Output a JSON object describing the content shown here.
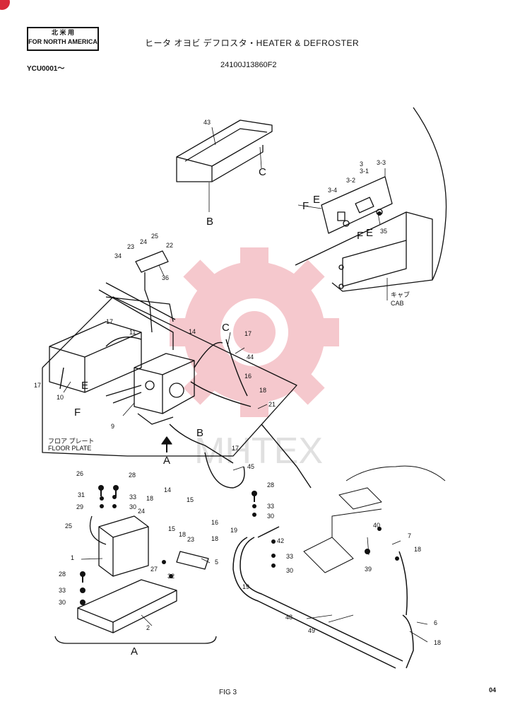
{
  "header": {
    "market_jp": "北 米 用",
    "market_en": "FOR NORTH AMERICA",
    "title": "ヒータ オヨビ デフロスタ・HEATER & DEFROSTER",
    "serial": "YCU0001～",
    "part_code": "24100J13860F2"
  },
  "callouts": {
    "n1": "1",
    "n2": "2",
    "n3": "3",
    "n3_1": "3-1",
    "n3_2": "3-2",
    "n3_3": "3-3",
    "n3_4": "3-4",
    "n5": "5",
    "n6": "6",
    "n7": "7",
    "n9": "9",
    "n10": "10",
    "n11": "11",
    "n14a": "14",
    "n14b": "14",
    "n15a": "15",
    "n15b": "15",
    "n16a": "16",
    "n16b": "16",
    "n17a": "17",
    "n17b": "17",
    "n17c": "17",
    "n17d": "17",
    "n18a": "18",
    "n18b": "18",
    "n18c": "18",
    "n18d": "18",
    "n18e": "18",
    "n18f": "18",
    "n19a": "19",
    "n19b": "19",
    "n21": "21",
    "n22": "22",
    "n23a": "23",
    "n23b": "23",
    "n24a": "24",
    "n24b": "24",
    "n25a": "25",
    "n25b": "25",
    "n26": "26",
    "n27": "27",
    "n28a": "28",
    "n28b": "28",
    "n28c": "28",
    "n29": "29",
    "n30a": "30",
    "n30b": "30",
    "n30c": "30",
    "n30d": "30",
    "n31": "31",
    "n32": "32",
    "n33a": "33",
    "n33b": "33",
    "n33c": "33",
    "n33d": "33",
    "n34": "34",
    "n35": "35",
    "n36": "36",
    "n39": "39",
    "n40": "40",
    "n42": "42",
    "n43": "43",
    "n44": "44",
    "n45": "45",
    "n48": "48",
    "n49": "49",
    "A1": "A",
    "A2": "A",
    "B1": "B",
    "B2": "B",
    "C1": "C",
    "C2": "C",
    "E1": "E",
    "E2": "E",
    "E3": "E",
    "F1": "F",
    "F2": "F",
    "F3": "F"
  },
  "captions": {
    "cab_jp": "キャブ",
    "cab_en": "CAB",
    "floor_jp": "フロア プレート",
    "floor_en": "FLOOR PLATE"
  },
  "watermark": "MHTEX",
  "footer": {
    "fig": "FIG 3",
    "page": "04"
  },
  "colors": {
    "ink": "#111111",
    "watermark_red": "#f2b6bd",
    "corner": "#d82a3a"
  }
}
